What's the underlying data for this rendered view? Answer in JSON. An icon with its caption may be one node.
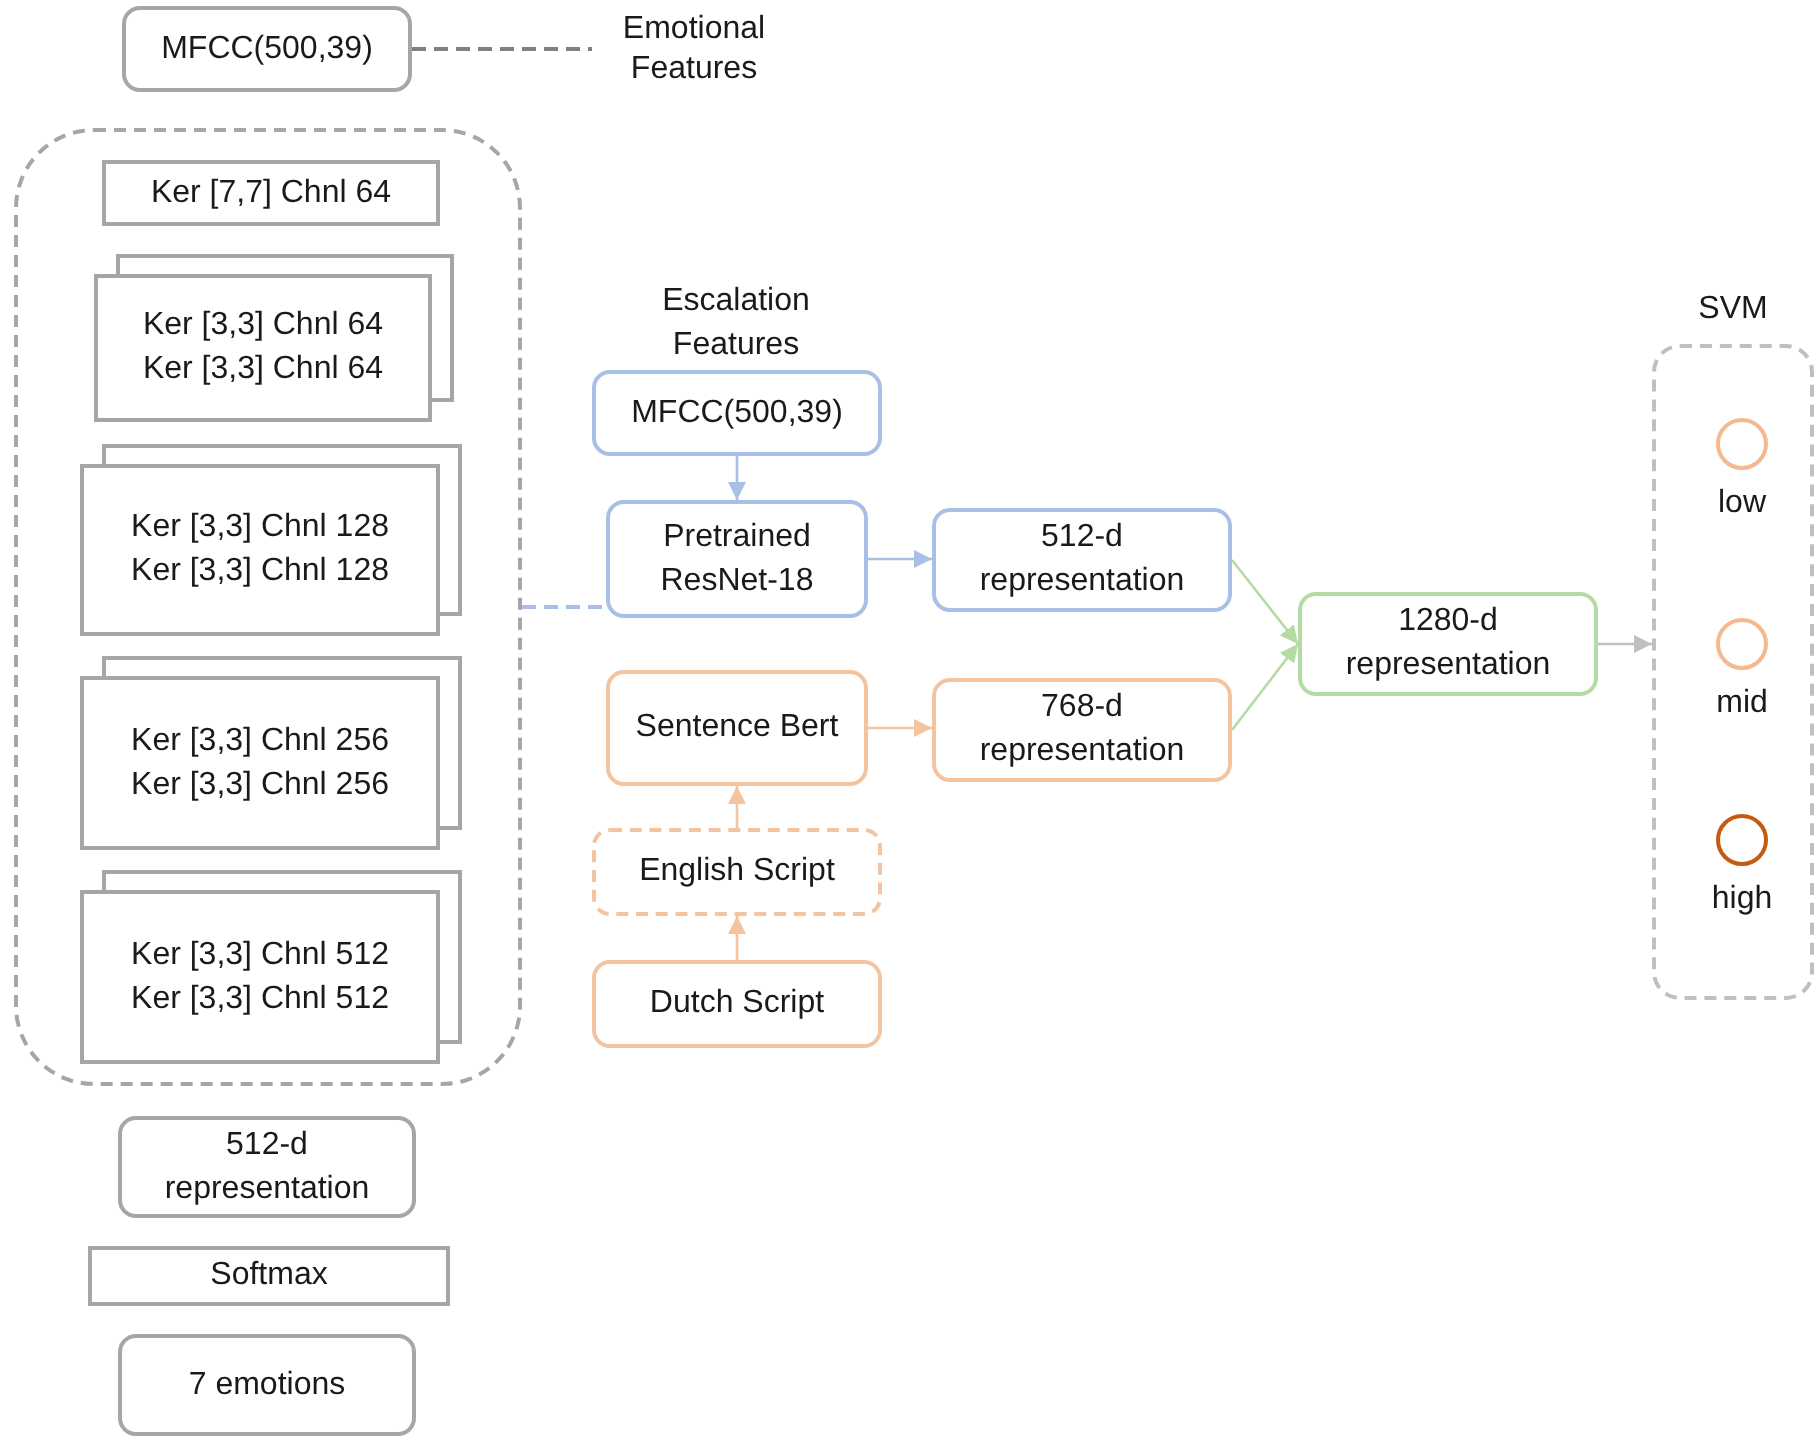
{
  "diagram": {
    "nodes": [
      {
        "text": [
          "MFCC(500,39)"
        ]
      },
      {
        "text": [
          "Emotional Features"
        ]
      },
      {
        "text": [],
        "shape": "box"
      },
      {
        "text": [
          "Ker [7,7] Chnl 64"
        ],
        "in": 2
      },
      {
        "text": [
          "Ker [3,3] Chnl 64",
          "Ker [3,3] Chnl 64"
        ],
        "in": 2
      },
      {
        "text": [
          "Ker [3,3] Chnl 128",
          "Ker [3,3] Chnl 128"
        ],
        "in": 2
      },
      {
        "text": [
          "Ker [3,3] Chnl 256",
          "Ker [3,3] Chnl 256"
        ],
        "in": 2
      },
      {
        "text": [
          "Ker [3,3] Chnl 512",
          "Ker [3,3] Chnl 512"
        ],
        "in": 2
      },
      {
        "text": [
          "512-d representation"
        ]
      },
      {
        "text": [
          "Softmax"
        ]
      },
      {
        "text": [
          "7 emotions"
        ]
      },
      {
        "text": [
          "MFCC(500,39)"
        ]
      },
      {
        "text": [
          "Pretrained ResNet-18"
        ]
      },
      {
        "text": [
          "512-d representation"
        ]
      },
      {
        "text": [
          "Sentence Bert"
        ]
      },
      {
        "text": [
          "768-d representation"
        ]
      },
      {
        "text": [
          "English Script"
        ]
      },
      {
        "text": [
          "Dutch Script"
        ]
      },
      {
        "text": [
          "1280-d representation"
        ]
      },
      {
        "text": [
          "SVM"
        ]
      },
      {
        "text": [
          "low"
        ],
        "in": 19
      },
      {
        "text": [
          "mid"
        ],
        "in": 19
      },
      {
        "text": [
          "high"
        ],
        "in": 19
      }
    ],
    "edges": [
      {
        "from": 0,
        "to": 1,
        "arrow": "none",
        "style": "dashed",
        "color": "#808080"
      },
      {
        "from": 2,
        "to": 12,
        "arrow": "none",
        "style": "dashed",
        "color": "#a9c0e6"
      },
      {
        "from": 11,
        "to": 12,
        "arrow": "to",
        "color": "#a9c0e6"
      },
      {
        "from": 12,
        "to": 13,
        "arrow": "to",
        "color": "#a9c0e6"
      },
      {
        "from": 14,
        "to": 15,
        "arrow": "to",
        "color": "#f4c3a0"
      },
      {
        "from": 17,
        "to": 16,
        "arrow": "to",
        "color": "#f4c3a0"
      },
      {
        "from": 16,
        "to": 14,
        "arrow": "to",
        "color": "#f4c3a0"
      },
      {
        "from": 13,
        "to": 18,
        "arrow": "to",
        "color": "#b5dba5"
      },
      {
        "from": 15,
        "to": 18,
        "arrow": "to",
        "color": "#b5dba5"
      },
      {
        "from": 18,
        "to": 19,
        "arrow": "to",
        "color": "#bfbfbf"
      }
    ],
    "labels": [
      "Escalation Features"
    ]
  }
}
